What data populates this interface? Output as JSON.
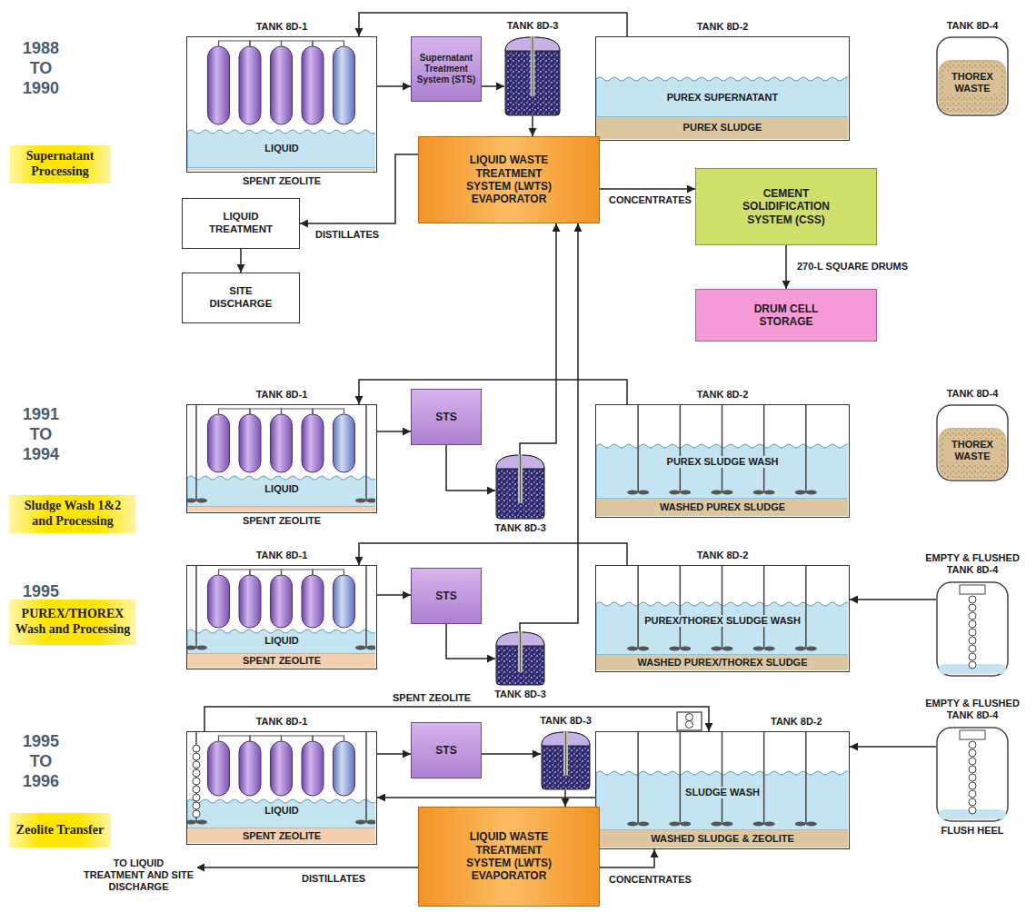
{
  "diagram": {
    "nodes": [
      {
        "text": [
          "Supernatant Processing"
        ]
      },
      {
        "text": [
          "TANK 8D-1",
          "LIQUID",
          "SPENT ZEOLITE"
        ]
      },
      {
        "text": [
          "Supernatant Treatment System (STS)"
        ]
      },
      {
        "text": [
          "TANK 8D-3"
        ]
      },
      {
        "text": [
          "TANK 8D-2",
          "PUREX SUPERNATANT",
          "PUREX SLUDGE"
        ]
      },
      {
        "text": [
          "TANK 8D-4",
          "THOREX WASTE"
        ]
      },
      {
        "text": [
          "LIQUID WASTE TREATMENT SYSTEM (LWTS) EVAPORATOR"
        ]
      },
      {
        "text": [
          "LIQUID TREATMENT"
        ]
      },
      {
        "text": [
          "CEMENT SOLIDIFICATION SYSTEM (CSS)"
        ]
      },
      {
        "text": [
          "SITE DISCHARGE"
        ]
      },
      {
        "text": [
          "DRUM CELL STORAGE"
        ]
      },
      {
        "text": [
          "Sludge Wash 1&2 and Processing"
        ]
      },
      {
        "text": [
          "TANK 8D-1",
          "LIQUID",
          "SPENT ZEOLITE"
        ]
      },
      {
        "text": [
          "STS"
        ]
      },
      {
        "text": [
          "TANK 8D-3"
        ]
      },
      {
        "text": [
          "TANK 8D-2",
          "PUREX SLUDGE WASH",
          "WASHED PUREX SLUDGE"
        ]
      },
      {
        "text": [
          "TANK 8D-4",
          "THOREX WASTE"
        ]
      },
      {
        "text": [
          "PUREX/THOREX Wash and Processing"
        ]
      },
      {
        "text": [
          "TANK 8D-1",
          "LIQUID",
          "SPENT ZEOLITE"
        ]
      },
      {
        "text": [
          "STS"
        ]
      },
      {
        "text": [
          "TANK 8D-3"
        ]
      },
      {
        "text": [
          "TANK 8D-2",
          "PUREX/THOREX SLUDGE WASH",
          "WASHED PUREX/THOREX SLUDGE"
        ]
      },
      {
        "text": [
          "EMPTY & FLUSHED TANK 8D-4"
        ]
      },
      {
        "text": [
          "Zeolite Transfer"
        ]
      },
      {
        "text": [
          "TANK 8D-1",
          "LIQUID",
          "SPENT ZEOLITE"
        ]
      },
      {
        "text": [
          "STS"
        ]
      },
      {
        "text": [
          "TANK 8D-3"
        ]
      },
      {
        "text": [
          "TANK 8D-2",
          "SLUDGE WASH",
          "WASHED SLUDGE & ZEOLITE"
        ]
      },
      {
        "text": [
          "EMPTY & FLUSHED TANK 8D-4",
          "FLUSH HEEL"
        ]
      },
      {
        "text": [
          "LIQUID WASTE TREATMENT SYSTEM (LWTS) EVAPORATOR"
        ]
      }
    ],
    "edges": [
      {
        "from": 4,
        "to": 1,
        "arrow": "to"
      },
      {
        "from": 1,
        "to": 2,
        "arrow": "to"
      },
      {
        "from": 2,
        "to": 3,
        "arrow": "to"
      },
      {
        "from": 3,
        "to": 6,
        "arrow": "to"
      },
      {
        "from": 6,
        "to": 7,
        "label": "DISTILLATES",
        "arrow": "to"
      },
      {
        "from": 6,
        "to": 8,
        "label": "CONCENTRATES",
        "arrow": "to"
      },
      {
        "from": 7,
        "to": 9,
        "arrow": "to"
      },
      {
        "from": 8,
        "to": 10,
        "label": "270-L SQUARE DRUMS",
        "arrow": "to"
      },
      {
        "from": 15,
        "to": 12,
        "arrow": "to"
      },
      {
        "from": 12,
        "to": 13,
        "arrow": "to"
      },
      {
        "from": 13,
        "to": 14,
        "arrow": "to"
      },
      {
        "from": 14,
        "to": 6,
        "arrow": "to"
      },
      {
        "from": 21,
        "to": 18,
        "arrow": "to"
      },
      {
        "from": 18,
        "to": 19,
        "arrow": "to"
      },
      {
        "from": 19,
        "to": 20,
        "arrow": "to"
      },
      {
        "from": 20,
        "to": 6,
        "arrow": "to"
      },
      {
        "from": 22,
        "to": 21,
        "arrow": "to"
      },
      {
        "from": 27,
        "to": 24,
        "arrow": "to"
      },
      {
        "from": 24,
        "to": 25,
        "arrow": "to"
      },
      {
        "from": 25,
        "to": 26,
        "arrow": "to"
      },
      {
        "from": 26,
        "to": 29,
        "arrow": "to"
      },
      {
        "from": 24,
        "to": 27,
        "label": "SPENT ZEOLITE",
        "arrow": "to"
      },
      {
        "from": 29,
        "to": 27,
        "label": "CONCENTRATES",
        "arrow": "to"
      },
      {
        "from": 28,
        "to": 27,
        "arrow": "to"
      }
    ],
    "labels": [
      "1988 TO 1990",
      "1991 TO 1994",
      "1995",
      "1995 TO 1996",
      "DISTILLATES",
      "TO LIQUID TREATMENT AND SITE DISCHARGE"
    ]
  }
}
